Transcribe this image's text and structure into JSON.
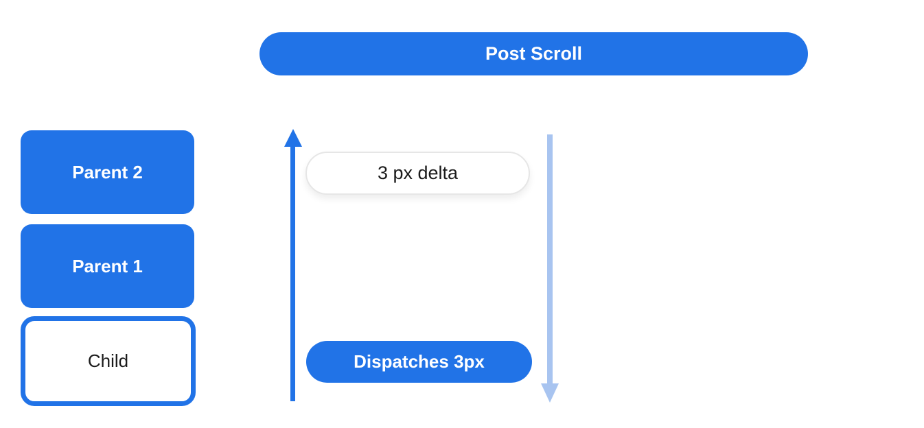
{
  "post_scroll": {
    "label": "Post Scroll"
  },
  "stack": [
    {
      "label": "Parent 2",
      "variant": "filled"
    },
    {
      "label": "Parent 1",
      "variant": "filled"
    },
    {
      "label": "Child",
      "variant": "outlined"
    }
  ],
  "flow": {
    "delta_label": "3 px delta",
    "dispatch_label": "Dispatches 3px"
  },
  "icons": {
    "up_arrow": "arrow-up-icon",
    "down_arrow": "arrow-down-icon"
  },
  "colors": {
    "primary_blue": "#2173E7",
    "light_blue": "#A8C4F0",
    "text_dark": "#1A1A1A",
    "pill_border": "#E6E6E6",
    "bg": "#FFFFFF"
  }
}
